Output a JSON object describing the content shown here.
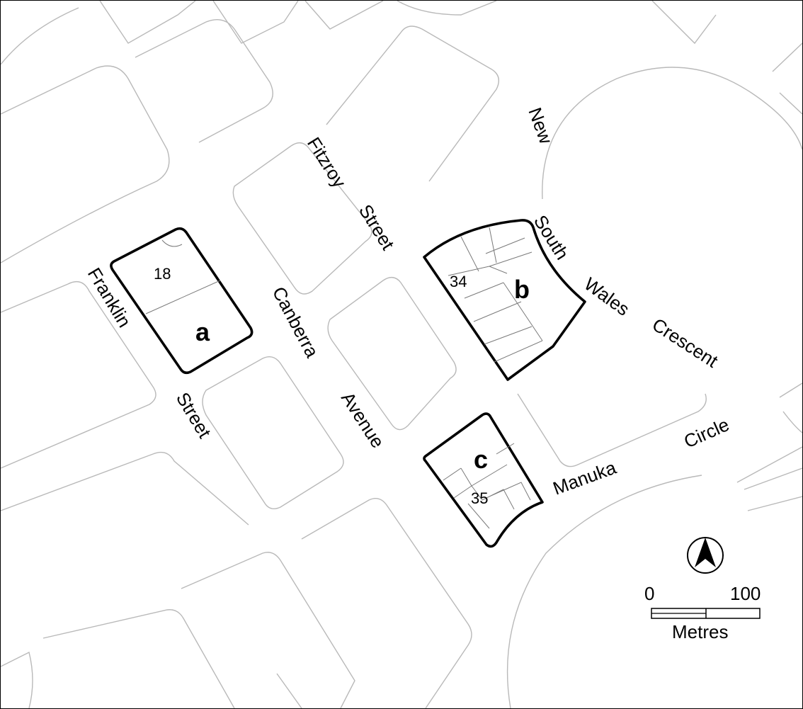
{
  "streets": {
    "fitzroy": "Fitzroy",
    "fitzroy_street": "Street",
    "new": "New",
    "south": "South",
    "wales": "Wales",
    "crescent": "Crescent",
    "franklin": "Franklin",
    "franklin_street": "Street",
    "canberra": "Canberra",
    "avenue": "Avenue",
    "manuka": "Manuka",
    "circle": "Circle"
  },
  "sites": {
    "a": {
      "letter": "a",
      "lot": "18"
    },
    "b": {
      "letter": "b",
      "lot": "34"
    },
    "c": {
      "letter": "c",
      "lot": "35"
    }
  },
  "scale": {
    "start": "0",
    "end": "100",
    "unit": "Metres"
  },
  "icons": {
    "north_arrow": "north-arrow-icon"
  },
  "colors": {
    "block_outline": "#b9b9b9",
    "site_outline": "#000000",
    "background": "#ffffff"
  }
}
